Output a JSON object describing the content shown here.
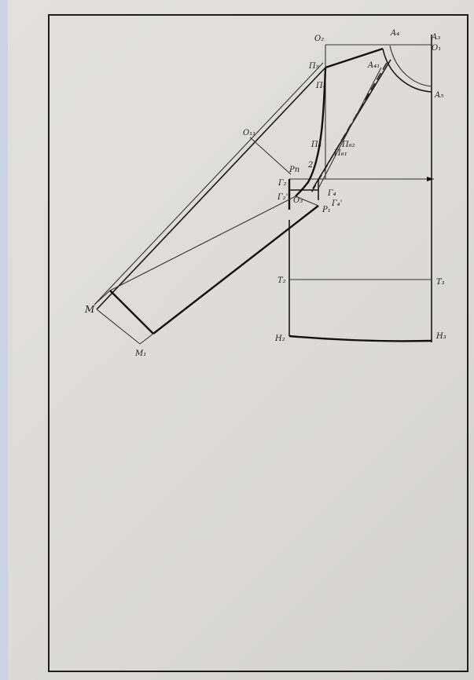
{
  "points": {
    "o2": "O₂",
    "a4": "A₄",
    "a3": "A₃",
    "o1": "O₁",
    "a5": "A₅",
    "p5": "П₅",
    "p4": "П₄",
    "a41": "A₄₁",
    "o11": "O₁₁",
    "p6": "П₆",
    "p62": "П₆₂",
    "p61": "П₆₁",
    "pn": "Pп",
    "two": "2",
    "g2": "Г₂",
    "g21": "Г₂'",
    "o3": "O₃",
    "g4": "Г₄",
    "g41": "Г₄'",
    "p1": "P₁",
    "t2": "T₂",
    "t3": "T₃",
    "m": "M",
    "m1": "M₁",
    "h2": "H₂",
    "h3": "H₃"
  }
}
